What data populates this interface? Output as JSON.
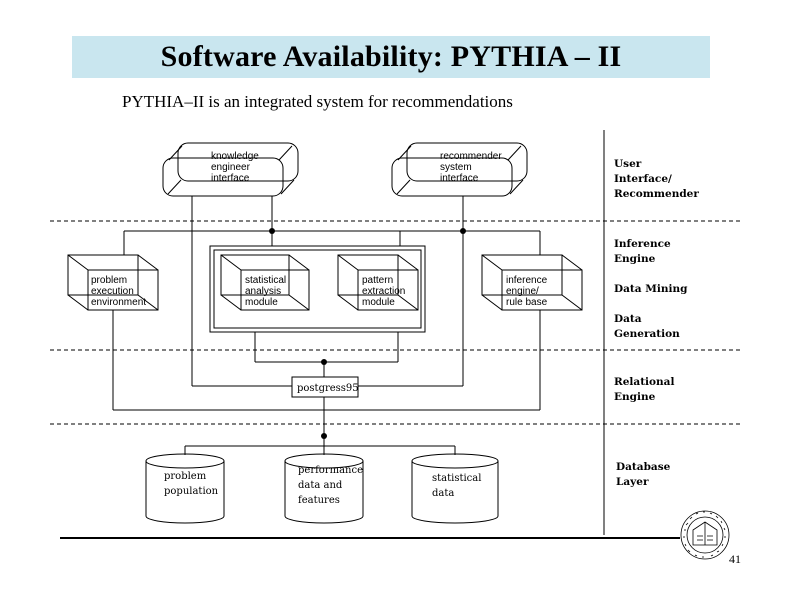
{
  "title": "Software Availability: PYTHIA – II",
  "subtitle": "PYTHIA–II is an integrated system for recommendations",
  "page_number": "41",
  "interface_boxes": {
    "knowledge": [
      "knowledge",
      "engineer",
      "interface"
    ],
    "recommender": [
      "recommender",
      "system",
      "interface"
    ]
  },
  "module_boxes": {
    "problem_execution": [
      "problem",
      "execution",
      "environment"
    ],
    "statistical_analysis": [
      "statistical",
      "analysis",
      "module"
    ],
    "pattern_extraction": [
      "pattern",
      "extraction",
      "module"
    ],
    "inference_engine": [
      "inference",
      "engine/",
      "rule base"
    ]
  },
  "postgres_label": "postgress95",
  "databases": {
    "problem_population": [
      "problem",
      "population"
    ],
    "performance": [
      "performance",
      "data and",
      "features"
    ],
    "statistical_data": [
      "statistical",
      "data"
    ]
  },
  "layers": {
    "user_interface": [
      "User",
      "Interface/",
      "Recommender"
    ],
    "inference_engine": [
      "Inference",
      "Engine"
    ],
    "data_mining": [
      "Data Mining"
    ],
    "data_generation": [
      "Data",
      "Generation"
    ],
    "relational_engine": [
      "Relational",
      "Engine"
    ],
    "database_layer": [
      "Database",
      "Layer"
    ]
  },
  "logo_text": "seal"
}
